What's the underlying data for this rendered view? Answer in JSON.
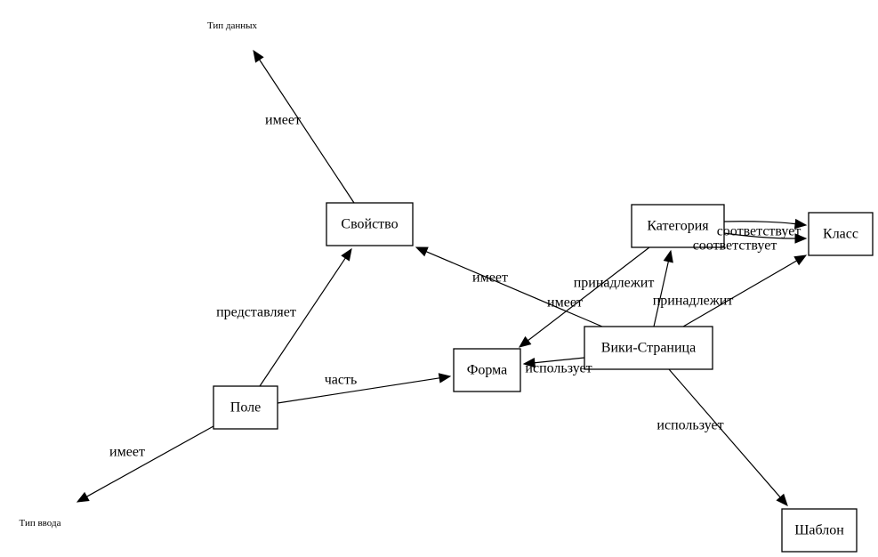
{
  "diagram": {
    "type": "directed-graph",
    "nodes": [
      {
        "id": "datatype",
        "label": "Тип данных",
        "shape": "plaintext"
      },
      {
        "id": "property",
        "label": "Свойство",
        "shape": "box"
      },
      {
        "id": "category",
        "label": "Категория",
        "shape": "box"
      },
      {
        "id": "class",
        "label": "Класс",
        "shape": "box"
      },
      {
        "id": "wikipage",
        "label": "Вики-Страница",
        "shape": "box"
      },
      {
        "id": "form",
        "label": "Форма",
        "shape": "box"
      },
      {
        "id": "field",
        "label": "Поле",
        "shape": "box"
      },
      {
        "id": "inputtype",
        "label": "Тип ввода",
        "shape": "plaintext"
      },
      {
        "id": "template",
        "label": "Шаблон",
        "shape": "box"
      }
    ],
    "edges": [
      {
        "from": "property",
        "to": "datatype",
        "label": "имеет"
      },
      {
        "from": "field",
        "to": "property",
        "label": "представляет"
      },
      {
        "from": "field",
        "to": "form",
        "label": "часть"
      },
      {
        "from": "field",
        "to": "inputtype",
        "label": "имеет"
      },
      {
        "from": "wikipage",
        "to": "property",
        "label": "имеет"
      },
      {
        "from": "category",
        "to": "form",
        "label": "имеет"
      },
      {
        "from": "category",
        "to": "class",
        "label": "соответствует"
      },
      {
        "from": "category",
        "to": "class",
        "label": "соответствует"
      },
      {
        "from": "wikipage",
        "to": "category",
        "label": "принадлежит"
      },
      {
        "from": "wikipage",
        "to": "class",
        "label": "принадлежит"
      },
      {
        "from": "wikipage",
        "to": "form",
        "label": "использует"
      },
      {
        "from": "wikipage",
        "to": "template",
        "label": "использует"
      }
    ]
  }
}
